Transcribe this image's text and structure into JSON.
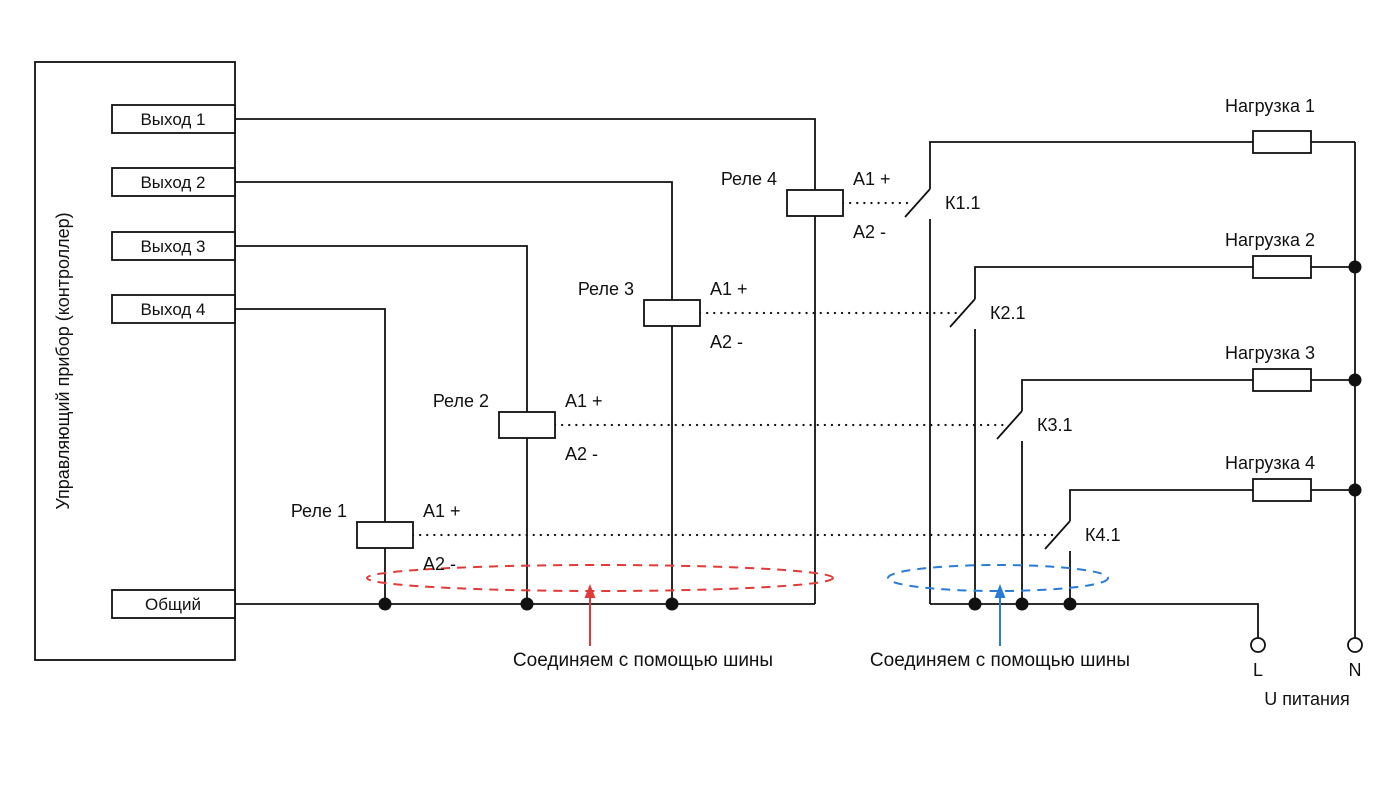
{
  "diagram": {
    "controller": {
      "label": "Управляющий прибор (контроллер)",
      "outputs": [
        "Выход 1",
        "Выход 2",
        "Выход 3",
        "Выход 4"
      ],
      "common": "Общий"
    },
    "relays": [
      {
        "name": "Реле 1",
        "a1": "A1 +",
        "a2": "A2 -"
      },
      {
        "name": "Реле 2",
        "a1": "A1 +",
        "a2": "A2 -"
      },
      {
        "name": "Реле 3",
        "a1": "A1 +",
        "a2": "A2 -"
      },
      {
        "name": "Реле 4",
        "a1": "A1 +",
        "a2": "A2 -"
      }
    ],
    "contacts": [
      "К1.1",
      "К2.1",
      "К3.1",
      "К4.1"
    ],
    "loads": [
      "Нагрузка 1",
      "Нагрузка 2",
      "Нагрузка 3",
      "Нагрузка 4"
    ],
    "bus_note_left": {
      "text": "Соединяем с помощью шины",
      "color": "#e03a3a"
    },
    "bus_note_right": {
      "text": "Соединяем с помощью шины",
      "color": "#2b7cd6"
    },
    "terminals": {
      "l": "L",
      "n": "N",
      "supply": "U питания"
    },
    "colors": {
      "wire": "#111111"
    }
  }
}
